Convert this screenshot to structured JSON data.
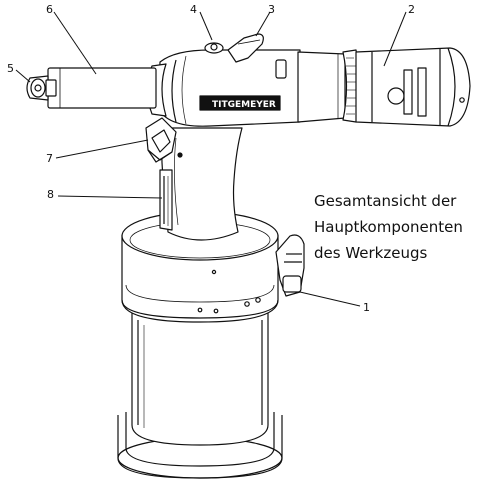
{
  "caption": {
    "line1": "Gesamtansicht der",
    "line2": "Hauptkomponenten",
    "line3": "des Werkzeugs"
  },
  "brand_label": "TITGEMEYER",
  "callouts": {
    "c1": "1",
    "c2": "2",
    "c3": "3",
    "c4": "4",
    "c5": "5",
    "c6": "6",
    "c7": "7",
    "c8": "8"
  }
}
